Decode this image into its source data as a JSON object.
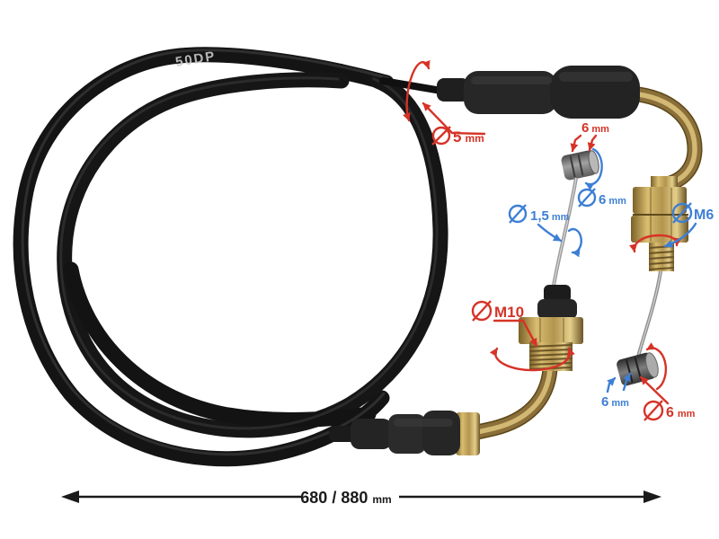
{
  "photo": {
    "background_color": "#ffffff",
    "cable_marking": "50DP",
    "annotation_colors": {
      "red": "#d63327",
      "blue": "#3d7fd4"
    },
    "labels": {
      "cable_outer_diameter": {
        "prefix": "⌀",
        "value": "5",
        "unit": "mm",
        "color": "red"
      },
      "upper_barrel_length": {
        "value": "6",
        "unit": "mm",
        "color": "red"
      },
      "upper_barrel_diameter": {
        "prefix": "⌀",
        "value": "6",
        "unit": "mm",
        "color": "blue"
      },
      "inner_wire_diameter": {
        "prefix": "⌀",
        "value": "1,5",
        "unit": "mm",
        "color": "blue"
      },
      "m6_thread": {
        "prefix": "⌀",
        "value": "M6",
        "color": "blue"
      },
      "m10_thread": {
        "prefix": "⌀",
        "value": "M10",
        "color": "red"
      },
      "lower_barrel_length": {
        "value": "6",
        "unit": "mm",
        "color": "blue"
      },
      "lower_barrel_diameter": {
        "prefix": "⌀",
        "value": "6",
        "unit": "mm",
        "color": "red"
      }
    },
    "total_length": {
      "value": "680 / 880",
      "unit": "mm"
    }
  }
}
